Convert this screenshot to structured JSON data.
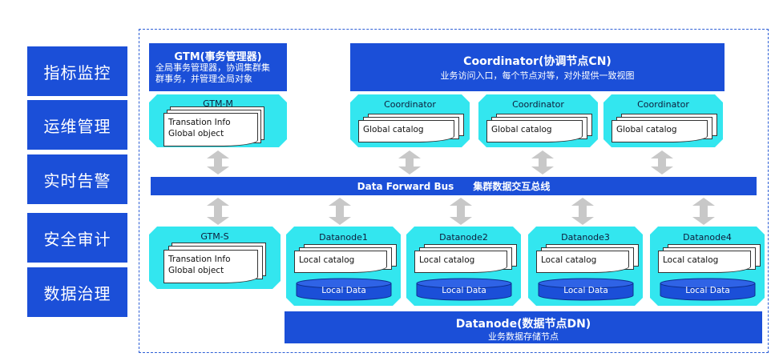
{
  "nav": [
    "指标监控",
    "运维管理",
    "实时告警",
    "安全审计",
    "数据治理"
  ],
  "gtm": {
    "title": "GTM(事务管理器)",
    "desc1": "全局事务管理器，协调集群集",
    "desc2": "群事务，并管理全局对象"
  },
  "gtm_m": {
    "title": "GTM-M",
    "line1": "Transation Info",
    "line2": "Global object"
  },
  "gtm_s": {
    "title": "GTM-S",
    "line1": "Transation Info",
    "line2": "Global object"
  },
  "coordinator": {
    "title": "Coordinator(协调节点CN)",
    "desc": "业务访问入口，每个节点对等，对外提供一致视图",
    "nodes": [
      {
        "title": "Coordinator",
        "catalog": "Global catalog"
      },
      {
        "title": "Coordinator",
        "catalog": "Global catalog"
      },
      {
        "title": "Coordinator",
        "catalog": "Global catalog"
      }
    ]
  },
  "bus": {
    "label_en": "Data Forward Bus",
    "label_cn": "集群数据交互总线"
  },
  "datanodes": [
    {
      "title": "Datanode1",
      "catalog": "Local catalog",
      "data": "Local Data"
    },
    {
      "title": "Datanode2",
      "catalog": "Local catalog",
      "data": "Local Data"
    },
    {
      "title": "Datanode3",
      "catalog": "Local catalog",
      "data": "Local Data"
    },
    {
      "title": "Datanode4",
      "catalog": "Local catalog",
      "data": "Local Data"
    }
  ],
  "datanode": {
    "title": "Datanode(数据节点DN)",
    "desc": "业务数据存储节点"
  },
  "colors": {
    "blue": "#1b4fd8",
    "cyan": "#33e6ef",
    "arrow": "#c8c8c8",
    "frame": "#2d5fd6"
  }
}
